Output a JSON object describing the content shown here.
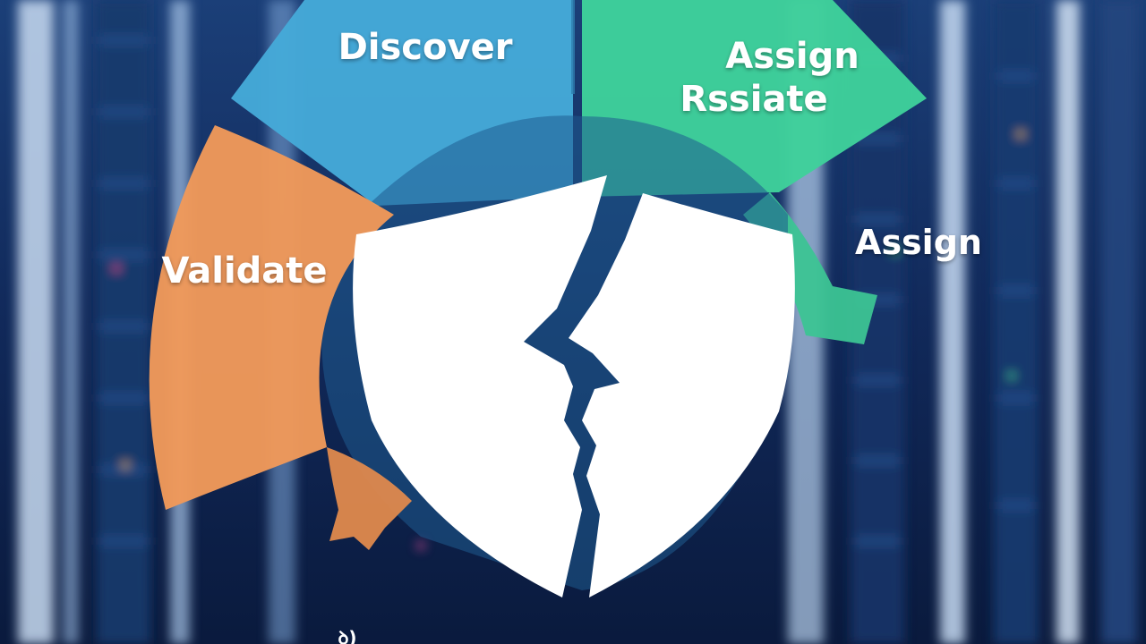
{
  "segments": {
    "discover": {
      "label": "Discover",
      "color": "#45a9d8"
    },
    "assign_top": {
      "label": "Assign",
      "color": "#3fd19b"
    },
    "resiate": {
      "label": "Rꜱsiate"
    },
    "validate": {
      "label": "Validate",
      "color": "#f0995a"
    },
    "assign_side": {
      "label": "Assign"
    },
    "bottom_fragment": {
      "label": "ꝺ)"
    }
  },
  "center_icon": "broken-shield-icon",
  "background": "server-racks-blurred"
}
